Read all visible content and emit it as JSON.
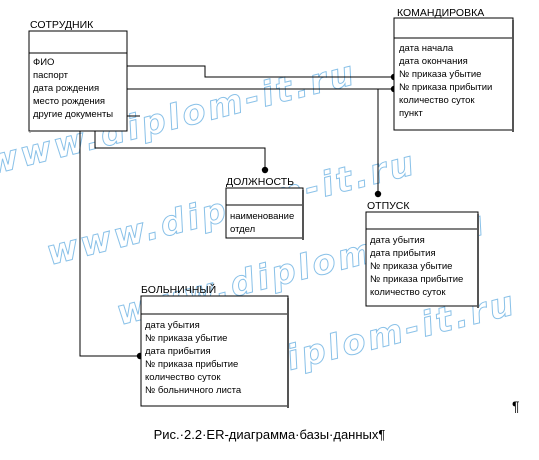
{
  "entities": {
    "sotrudnik": {
      "title": "СОТРУДНИК",
      "attributes": [
        "ФИО",
        "паспорт",
        "дата рождения",
        "место рождения",
        "другие документы"
      ]
    },
    "komandirovka": {
      "title": "КОМАНДИРОВКА",
      "attributes": [
        "дата начала",
        "дата окончания",
        "№ приказа убытие",
        "№ приказа прибытии",
        "количество суток",
        "пункт"
      ]
    },
    "dolzhnost": {
      "title": "ДОЛЖНОСТЬ",
      "attributes": [
        "наименование",
        "отдел"
      ]
    },
    "otpusk": {
      "title": "ОТПУСК",
      "attributes": [
        "дата убытия",
        "дата прибытия",
        "№ приказа убытие",
        "№ приказа прибытие",
        "количество суток"
      ]
    },
    "bolnichny": {
      "title": "БОЛЬНИЧНЫЙ",
      "attributes": [
        "дата убытия",
        "№ приказа убытие",
        "дата прибытия",
        "№ приказа прибытие",
        "количество суток",
        "№ больничного листа"
      ]
    }
  },
  "watermark_text": "www.diplom-it.ru",
  "caption": "Рис.·2.2·ER-диаграмма·базы·данных¶",
  "pilcrow": "¶"
}
